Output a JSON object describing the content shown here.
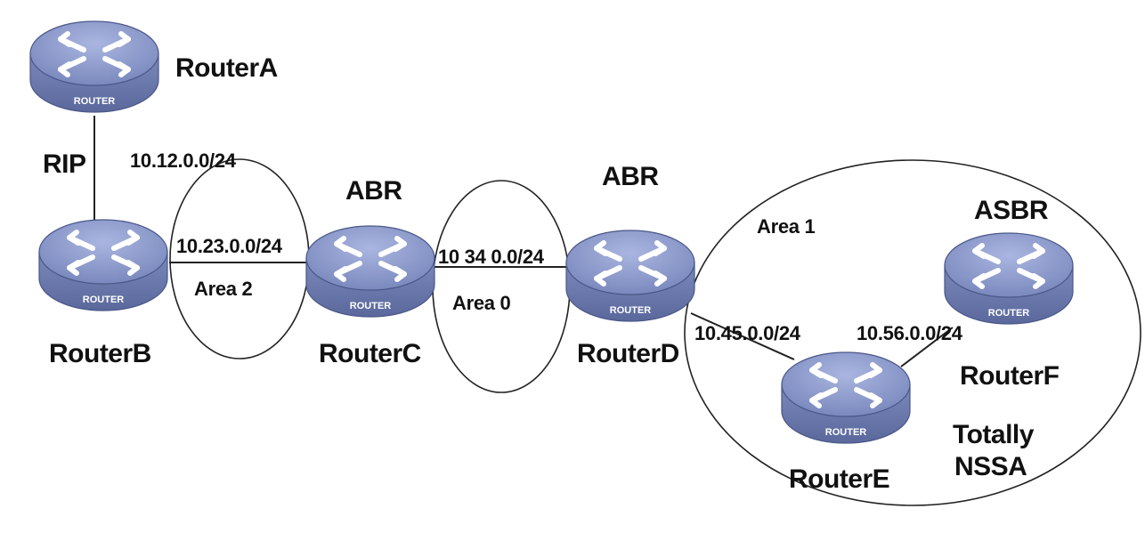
{
  "routers": [
    {
      "id": "A",
      "name": "RouterA",
      "badge": "ROUTER"
    },
    {
      "id": "B",
      "name": "RouterB",
      "badge": "ROUTER"
    },
    {
      "id": "C",
      "name": "RouterC",
      "badge": "ROUTER",
      "role": "ABR"
    },
    {
      "id": "D",
      "name": "RouterD",
      "badge": "ROUTER",
      "role": "ABR"
    },
    {
      "id": "E",
      "name": "RouterE",
      "badge": "ROUTER"
    },
    {
      "id": "F",
      "name": "RouterF",
      "badge": "ROUTER",
      "role": "ASBR"
    }
  ],
  "protocol": "RIP",
  "links": {
    "ab": "10.12.0.0/24",
    "bc": "10.23.0.0/24",
    "cd": "10 34 0.0/24",
    "de": "10.45.0.0/24",
    "ef": "10.56.0.0/24"
  },
  "areas": {
    "area2": "Area 2",
    "area0": "Area 0",
    "area1": "Area 1",
    "area1_type_line1": "Totally",
    "area1_type_line2": "NSSA"
  },
  "colors": {
    "router_top": "#8e9ccc",
    "router_side": "#6d7cb2",
    "router_edge": "#4a5788",
    "arrow": "#ffffff",
    "line": "#222222"
  }
}
